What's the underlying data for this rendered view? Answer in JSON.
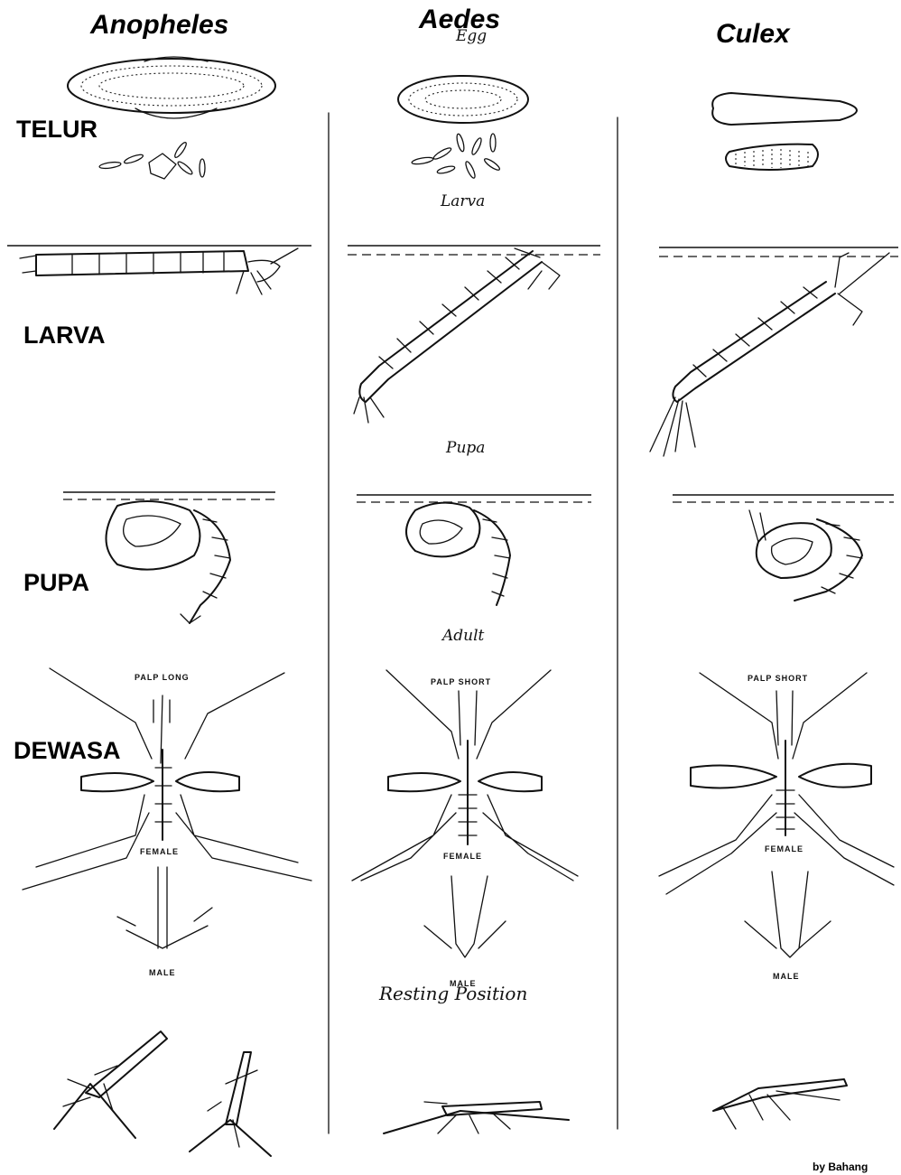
{
  "genera": [
    {
      "name": "Anopheles"
    },
    {
      "name": "Aedes"
    },
    {
      "name": "Culex"
    }
  ],
  "stages": [
    "TELUR",
    "LARVA",
    "PUPA",
    "DEWASA"
  ],
  "handwritten": {
    "egg": "Egg",
    "larva": "Larva",
    "pupa": "Pupa",
    "adult": "Adult",
    "resting": "Resting Position"
  },
  "captions": {
    "anopheles_palp": "PALP LONG",
    "aedes_palp": "PALP SHORT",
    "culex_palp": "PALP SHORT",
    "female": "FEMALE",
    "male": "MALE"
  },
  "credit": "by Bahang"
}
